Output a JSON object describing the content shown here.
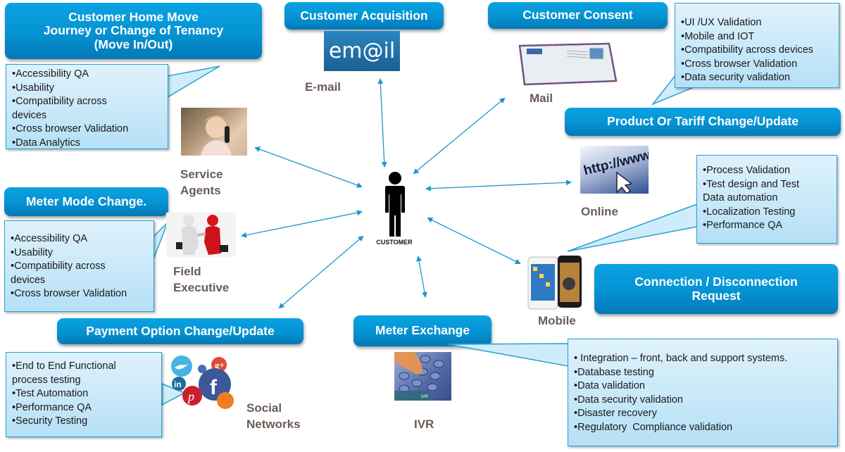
{
  "center": {
    "label": "CUSTOMER",
    "icon": "person-icon"
  },
  "headers": {
    "home_move": [
      "Customer Home Move",
      "Journey or Change of Tenancy",
      "(Move In/Out)"
    ],
    "acquisition": "Customer Acquisition",
    "consent": "Customer Consent",
    "product_tariff": "Product Or Tariff Change/Update",
    "meter_mode": "Meter Mode Change.",
    "connection": [
      "Connection / Disconnection",
      "Request"
    ],
    "payment": "Payment Option Change/Update",
    "meter_exchange": "Meter Exchange"
  },
  "notes": {
    "home_move": [
      "•Accessibility QA",
      "•Usability",
      "•Compatibility across",
      "devices",
      "•Cross browser Validation",
      "•Data Analytics"
    ],
    "consent": [
      "•UI /UX Validation",
      "•Mobile and IOT",
      "•Compatibility across devices",
      "•Cross browser Validation",
      "•Data security validation"
    ],
    "meter_mode": [
      "•Accessibility QA",
      "•Usability",
      "•Compatibility across",
      "devices",
      "•Cross browser Validation"
    ],
    "connection": [
      "•Process Validation",
      "•Test design and Test",
      "Data automation",
      "•Localization Testing",
      "•Performance QA"
    ],
    "payment": [
      "•End to End Functional",
      "process testing",
      "•Test Automation",
      "•Performance QA",
      "•Security Testing"
    ],
    "meter_exchange": [
      "• Integration – front, back and support systems.",
      "•Database testing",
      "•Data validation",
      "•Data security validation",
      "•Disaster recovery",
      "•Regulatory  Compliance validation"
    ]
  },
  "channels": {
    "email": {
      "label": "E-mail",
      "image_text": "em@il",
      "icon": "email-icon"
    },
    "mail": {
      "label": "Mail",
      "icon": "envelope-icon"
    },
    "service_agents": {
      "label": [
        "Service",
        "Agents"
      ],
      "icon": "call-center-agent-icon"
    },
    "online": {
      "label": "Online",
      "image_text": "http://www",
      "icon": "browser-url-icon"
    },
    "field_executive": {
      "label": [
        "Field",
        "Executive"
      ],
      "icon": "handshake-icon"
    },
    "mobile": {
      "label": "Mobile",
      "icon": "smartphone-icon"
    },
    "social": {
      "label": [
        "Social",
        "Networks"
      ],
      "icon": "social-networks-icon"
    },
    "ivr": {
      "label": "IVR",
      "image_text": "IVR",
      "icon": "phone-keypad-icon"
    }
  },
  "colors": {
    "header_blue": "#0592d2",
    "note_bg": "#c6e8f8",
    "note_border": "#2aa0cf",
    "arrow": "#1e96cc",
    "label": "#6a5c55"
  }
}
